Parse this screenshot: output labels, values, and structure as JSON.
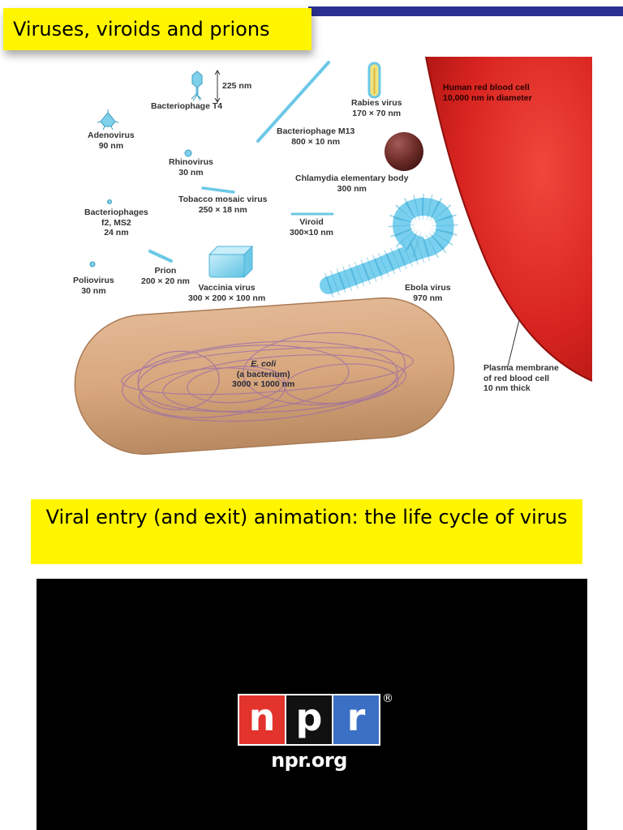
{
  "title": "Viruses, viroids and prions",
  "figure": {
    "labels": [
      {
        "key": "t4",
        "lines": [
          "Bacteriophage T4"
        ]
      },
      {
        "key": "t4size",
        "lines": [
          "225 nm"
        ]
      },
      {
        "key": "adeno",
        "lines": [
          "Adenovirus",
          "90 nm"
        ]
      },
      {
        "key": "rhino",
        "lines": [
          "Rhinovirus",
          "30 nm"
        ]
      },
      {
        "key": "m13",
        "lines": [
          "Bacteriophage M13",
          "800 × 10 nm"
        ]
      },
      {
        "key": "rabies",
        "lines": [
          "Rabies virus",
          "170 × 70 nm"
        ]
      },
      {
        "key": "rbc",
        "lines": [
          "Human red blood cell",
          "10,000 nm in diameter"
        ]
      },
      {
        "key": "chlamydia",
        "lines": [
          "Chlamydia elementary body",
          "300 nm"
        ]
      },
      {
        "key": "tmv",
        "lines": [
          "Tobacco mosaic virus",
          "250 × 18 nm"
        ]
      },
      {
        "key": "f2",
        "lines": [
          "Bacteriophages",
          "f2, MS2",
          "24 nm"
        ]
      },
      {
        "key": "viroid",
        "lines": [
          "Viroid",
          "300×10 nm"
        ]
      },
      {
        "key": "polio",
        "lines": [
          "Poliovirus",
          "30 nm"
        ]
      },
      {
        "key": "prion",
        "lines": [
          "Prion",
          "200 × 20 nm"
        ]
      },
      {
        "key": "vaccinia",
        "lines": [
          "Vaccinia virus",
          "300 × 200 × 100 nm"
        ]
      },
      {
        "key": "ebola",
        "lines": [
          "Ebola virus",
          "970 nm"
        ]
      },
      {
        "key": "ecoli",
        "lines": [
          "E. coli",
          "(a bacterium)",
          "3000 × 1000 nm"
        ]
      },
      {
        "key": "membrane",
        "lines": [
          "Plasma membrane",
          "of red blood cell",
          "10 nm thick"
        ]
      }
    ]
  },
  "caption": "Viral entry (and exit) animation: the life cycle of virus",
  "video": {
    "logo_letters": [
      "n",
      "p",
      "r"
    ],
    "logo_colors": [
      "#e2332d",
      "#111111",
      "#3a6fc4"
    ],
    "registered": "®",
    "url": "npr.org"
  }
}
